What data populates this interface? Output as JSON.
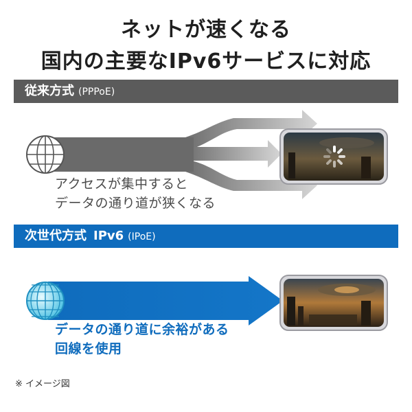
{
  "headline": {
    "line1": "ネットが速くなる",
    "line2": "国内の主要なIPv6サービスに対応"
  },
  "legacy": {
    "title": "従来方式",
    "subtitle": "(PPPoE)",
    "caption_line1": "アクセスが集中すると",
    "caption_line2": "データの通り道が狭くなる",
    "icon": "globe-icon",
    "state": "loading-spinner"
  },
  "ipv6": {
    "title": "次世代方式",
    "title_ipv6": "IPv6",
    "subtitle": "(IPoE)",
    "caption_line1": "データの通り道に余裕がある",
    "caption_line2": "回線を使用",
    "icon": "globe-icon"
  },
  "note": "※ イメージ図",
  "colors": {
    "legacy_band": "#5b5b5b",
    "ipv6_band": "#0f6cbd",
    "headline_text": "#1f1f1f"
  }
}
